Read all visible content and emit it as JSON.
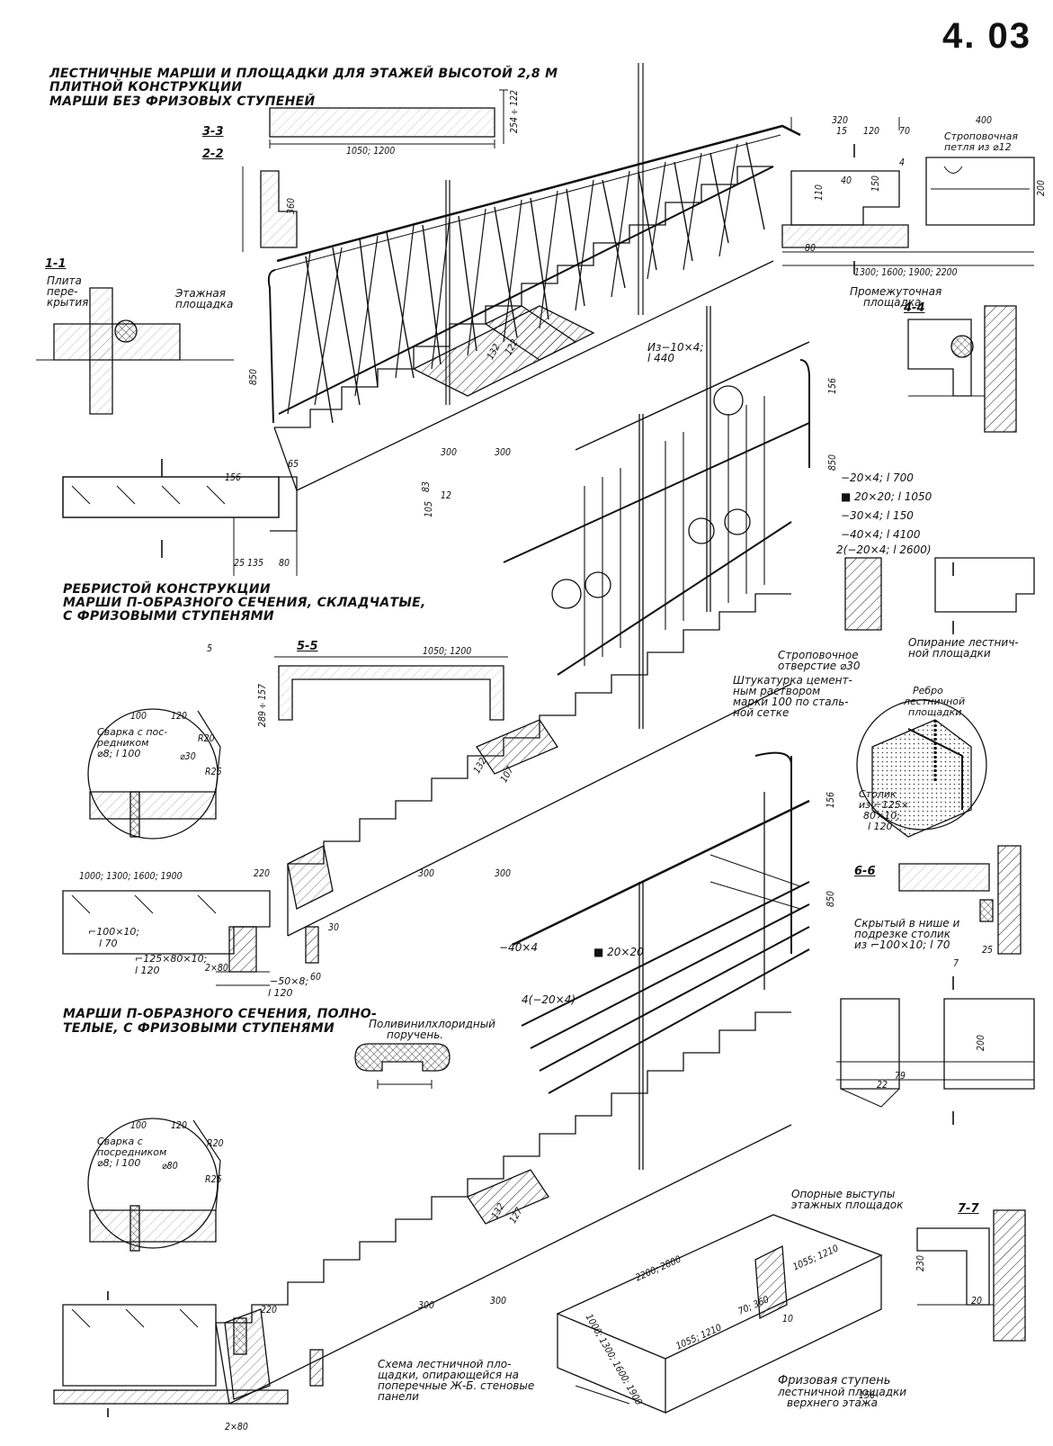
{
  "sheet_number": "4. 03",
  "titles": {
    "t1": "ЛЕСТНИЧНЫЕ МАРШИ И ПЛОЩАДКИ ДЛЯ ЭТАЖЕЙ ВЫСОТОЙ 2,8 М",
    "t2": "ПЛИТНОЙ КОНСТРУКЦИИ",
    "t3": "МАРШИ БЕЗ ФРИЗОВЫХ СТУПЕНЕЙ",
    "r1": "РЕБРИСТОЙ КОНСТРУКЦИИ",
    "r2": "МАРШИ П-ОБРАЗНОГО СЕЧЕНИЯ, СКЛАДЧАТЫЕ,",
    "r3": "С ФРИЗОВЫМИ СТУПЕНЯМИ",
    "p1": "МАРШИ П-ОБРАЗНОГО СЕЧЕНИЯ, ПОЛНО-",
    "p2": "ТЕЛЫЕ, С ФРИЗОВЫМИ СТУПЕНЯМИ"
  },
  "sections": {
    "s33": "3-3",
    "s22": "2-2",
    "s11": "1-1",
    "s44": "4-4",
    "s55": "5-5",
    "s66": "6-6",
    "s77": "7-7"
  },
  "labels": {
    "plita1": "Плита",
    "plita2": "пере-",
    "plita3": "крытия",
    "etazh1": "Этажная",
    "etazh2": "площадка",
    "strop1": "Строповочная",
    "strop2": "петля из ⌀12",
    "promezh1": "Промежуточная",
    "promezh2": "площадка",
    "iz1": "Из−10×4;",
    "iz2": "l 440",
    "opir1": "Опирание лестнич-",
    "opir2": "ной площадки",
    "stropotv1": "Строповочное",
    "stropotv2": "отверстие ⌀30",
    "sht1": "Штукатурка цемент-",
    "sht2": "ным раствором",
    "sht3": "марки 100 по сталь-",
    "sht4": "ной сетке",
    "rebro1": "Ребро",
    "rebro2": "лестничной",
    "rebro3": "площадки",
    "stolik1": "Столик",
    "stolik2": "из ⌐125×",
    "stolik3": "80×10;",
    "stolik4": "l 120",
    "svarka1": "Сварка с пос-",
    "svarka2": "редником",
    "svarka3": "⌀8; l 100",
    "svarkb1": "Сварка с",
    "svarkb2": "посредником",
    "svarkb3": "⌀8; l 100",
    "skryt1": "Скрытый в нише и",
    "skryt2": "подрезке столик",
    "skryt3": "из ⌐100×10; l 70",
    "poliv1": "Поливинилхлоридный",
    "poliv2": "поручень.",
    "opor1": "Опорные выступы",
    "opor2": "этажных площадок",
    "schema1": "Схема лестничной пло-",
    "schema2": "щадки, опирающейся на",
    "schema3": "поперечные Ж-Б. стеновые",
    "schema4": "панели",
    "friz1": "Фризовая ступень",
    "friz2": "лестничной площадки",
    "friz3": "верхнего этажа"
  },
  "specs": {
    "a": "−20×4; l 700",
    "b": "■ 20×20; l 1050",
    "c": "−30×4; l 150",
    "d": "−40×4; l 4100",
    "e": "2(−20×4; l 2600)",
    "f": "−40×4",
    "g": "■ 20×20",
    "h": "4(−20×4)",
    "i": "⌐100×10;",
    "j": "l 70",
    "k": "⌐125×80×10;",
    "l": "l 120",
    "m": "−50×8;",
    "n": "l 120"
  },
  "dims": {
    "d1050": "1050; 1200",
    "d1050b": "1050; 1200",
    "d254": "254÷122",
    "d289": "289÷157",
    "d360": "360",
    "d850a": "850",
    "d850b": "850",
    "d850c": "850",
    "d300": "300",
    "d156": "156",
    "d132": "132",
    "d122": "122",
    "d320": "320",
    "d400": "400",
    "d1300": "1300; 1600; 1900; 2200",
    "d1000": "1000; 1300; 1600; 1900",
    "d2200": "2200; 2800",
    "d1055a": "1055; 1210",
    "d1055b": "1055; 1210",
    "d70360": "70; 360",
    "d1000b": "1000; 1300; 1600; 1900",
    "d220": "220",
    "d2x80": "2×80",
    "d80": "80",
    "d15": "15",
    "d120": "120",
    "d200": "200",
    "d40": "40",
    "d25": "25",
    "d135": "135",
    "d10": "10",
    "d100": "100",
    "d60": "60",
    "d30": "30",
    "d20": "20",
    "d5": "5",
    "d7": "7",
    "d4": "4",
    "dR20": "R20",
    "dR25": "R25",
    "dphi30": "⌀30",
    "dphi80": "⌀80",
    "d105": "105",
    "d83": "83",
    "d12": "12",
    "d65": "65",
    "d110": "110",
    "d150": "150",
    "d70": "70",
    "d79": "79",
    "d22": "22",
    "d230": "230",
    "d127": "127",
    "d107": "107"
  }
}
